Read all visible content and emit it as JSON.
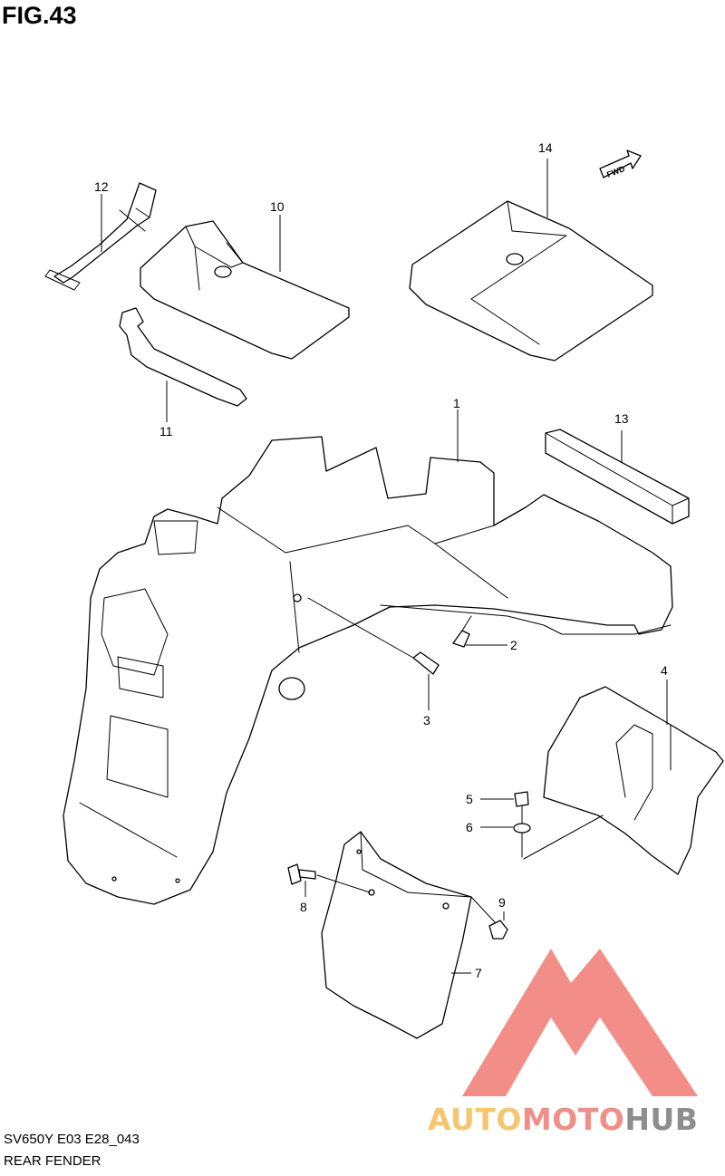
{
  "figure": {
    "title": "FIG.43",
    "code": "SV650Y E03 E28_043",
    "name": "REAR FENDER",
    "fwd_label": "FWD"
  },
  "callouts": {
    "c1": "1",
    "c2": "2",
    "c3": "3",
    "c4": "4",
    "c5": "5",
    "c6": "6",
    "c7": "7",
    "c8": "8",
    "c9": "9",
    "c10": "10",
    "c11": "11",
    "c12": "12",
    "c13": "13",
    "c14": "14"
  },
  "watermark": {
    "part1": "AUTO",
    "part2": "MOTO",
    "part3": "HUB",
    "colors": {
      "auto": "#f6c56f",
      "moto": "#f08f88",
      "hub": "#8e8e8e",
      "triangle": "#f07a72"
    }
  }
}
